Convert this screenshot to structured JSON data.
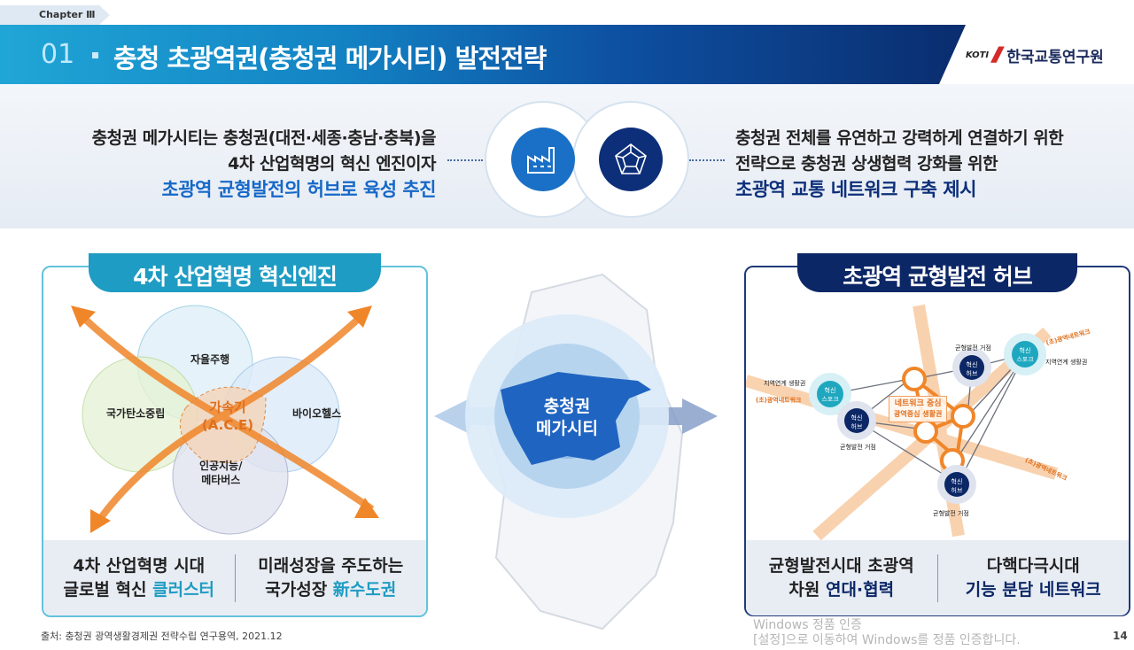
{
  "header": {
    "chapter": "Chapter Ⅲ",
    "number": "01",
    "title": "충청 초광역권(충청권 메가시티) 발전전략",
    "logo": {
      "abbr": "KOTI",
      "name": "한국교통연구원"
    }
  },
  "intro": {
    "left": {
      "line1": "충청권 메가시티는 충청권(대전·세종·충남·충북)을",
      "line2": "4차 산업혁명의 혁신 엔진이자",
      "line3": "초광역 균형발전의 허브로 육성 추진"
    },
    "right": {
      "line1": "충청권 전체를 유연하고 강력하게 연결하기 위한",
      "line2": "전략으로 충청권 상생협력 강화를 위한",
      "line3": "초광역 교통 네트워크 구축 제시"
    },
    "icons": [
      "factory-icon",
      "network-icon"
    ]
  },
  "left_panel": {
    "title": "4차 산업혁명 혁신엔진",
    "circles": [
      "자율주행",
      "국가탄소중립",
      "바이오헬스",
      "인공지능/",
      "메타버스"
    ],
    "center": [
      "가속기",
      "(A.C.E)"
    ],
    "footer": [
      {
        "l1": "4차 산업혁명 시대",
        "l2a": "글로벌 혁신 ",
        "l2b": "클러스터"
      },
      {
        "l1": "미래성장을 주도하는",
        "l2a": "국가성장 ",
        "l2b": "新수도권"
      }
    ]
  },
  "center": {
    "label1": "충청권",
    "label2": "메가시티"
  },
  "right_panel": {
    "title": "초광역 균형발전 허브",
    "spark": [
      "혁신",
      "스포크"
    ],
    "hub": [
      "혁신",
      "허브"
    ],
    "network_center": [
      "네트워크 중심",
      "광역중심 생활권"
    ],
    "labels": {
      "region": "지역연계 생활권",
      "base": "균형발전 거점",
      "corridor": "(초)광역네트워크"
    },
    "footer": [
      {
        "l1": "균형발전시대 초광역",
        "l2a": "차원 ",
        "l2b": "연대·협력"
      },
      {
        "l1": "다핵다극시대",
        "l2a": "",
        "l2b": "기능 분담 네트워크"
      }
    ]
  },
  "footer": {
    "source": "출처: 충청권 광역생활경제권 전략수립 연구용역, 2021.12",
    "page": "14"
  },
  "watermark": {
    "line1": "Windows 정품 인증",
    "line2": "[설정]으로 이동하여 Windows를 정품 인증합니다."
  },
  "colors": {
    "teal": "#1f9cc3",
    "navy": "#0c2766",
    "orange": "#f0862a",
    "blue": "#1668c8"
  }
}
